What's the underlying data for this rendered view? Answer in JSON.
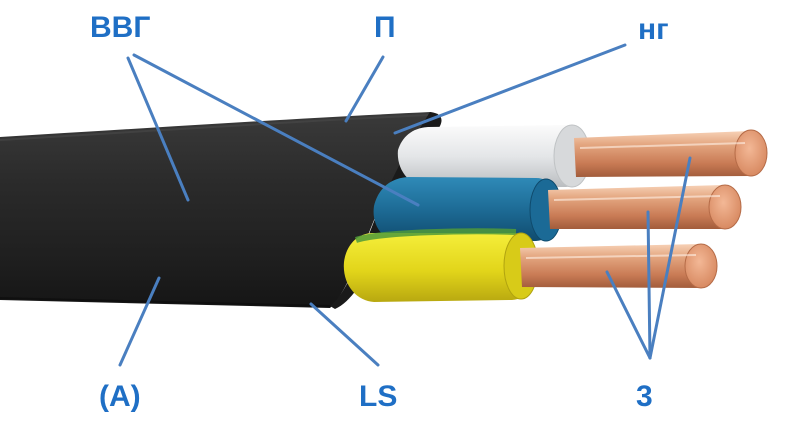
{
  "labels": {
    "vvg": "ВВГ",
    "p": "П",
    "ng": "нг",
    "a": "(А)",
    "ls": "LS",
    "three": "3"
  },
  "colors": {
    "label_text": "#1f6fc5",
    "pointer_line": "#4a7fc0",
    "outer_sheath": "#2a2a2a",
    "core_white": "#e6e8ea",
    "core_blue": "#1f6f9a",
    "core_yellow_green": "#e6dc1e",
    "copper": "#e2a07a"
  },
  "components": [
    "outer-sheath",
    "white-core",
    "blue-core",
    "yellow-green-core",
    "copper-conductor"
  ]
}
